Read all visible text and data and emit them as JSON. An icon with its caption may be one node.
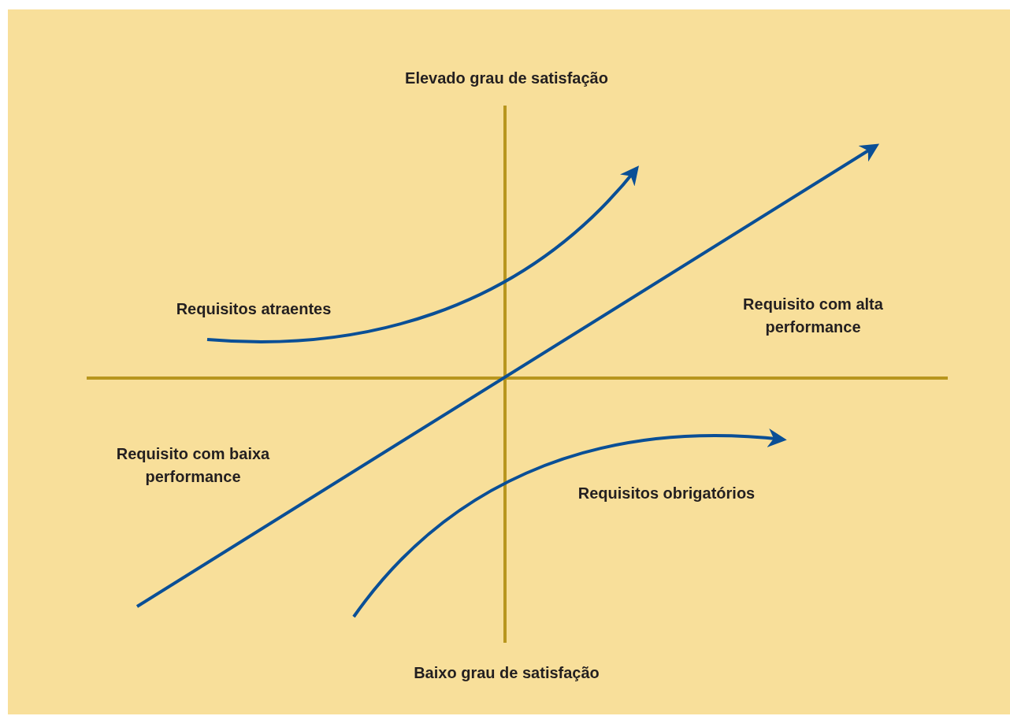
{
  "diagram": {
    "labels": [
      "Elevado grau de satisfação",
      "Requisitos atraentes",
      "Requisito com alta performance",
      "Requisito com baixa performance",
      "Requisitos obrigatórios",
      "Baixo grau de satisfação"
    ]
  }
}
